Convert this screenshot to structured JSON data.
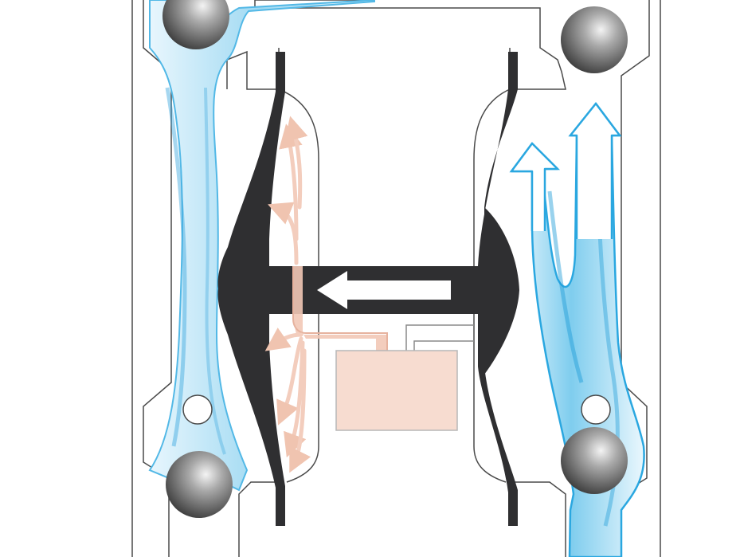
{
  "diagram": {
    "kind": "air-operated double diaphragm pump cross-section",
    "colors": {
      "background": "#ffffff",
      "housing_outline": "#4a4a4a",
      "diaphragm": "#2f2f31",
      "fluid_light": "#e6f5fc",
      "fluid_mid": "#8fd3f0",
      "fluid_dark": "#2aa7e0",
      "air": "#f5d6c8",
      "air_outline": "#d9a590",
      "air_valve": "#f7dcd0",
      "ball_dark": "#3a3a3a",
      "ball_light": "#f2f2f2",
      "direction_arrow": "#ffffff"
    },
    "components": [
      {
        "id": "left-diaphragm",
        "icon": "diaphragm-icon"
      },
      {
        "id": "right-diaphragm",
        "icon": "diaphragm-icon"
      },
      {
        "id": "connecting-shaft",
        "icon": "shaft-icon"
      },
      {
        "id": "shaft-direction",
        "icon": "arrow-left-icon"
      },
      {
        "id": "air-valve",
        "icon": "air-valve-icon"
      },
      {
        "id": "check-balls",
        "count": 4,
        "icon": "ball-valve-icon"
      },
      {
        "id": "discharge-flow",
        "icon": "arrow-up-icon"
      }
    ],
    "state": {
      "shaft_direction": "left",
      "left_chamber": "air-pressurized",
      "right_chamber": "suction"
    }
  }
}
